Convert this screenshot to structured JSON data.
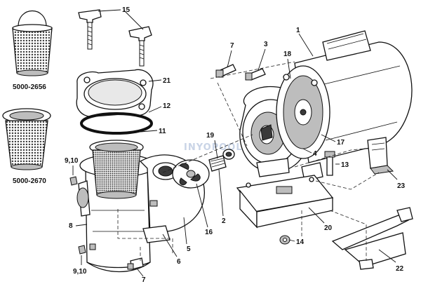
{
  "watermark": "INYOPOOLS",
  "basket_captions": {
    "small": "5000-2656",
    "large": "5000-2670"
  },
  "callouts": {
    "c1": "1",
    "c2": "2",
    "c3": "3",
    "c4": "4",
    "c5": "5",
    "c6": "6",
    "c7_top": "7",
    "c7_bottom": "7",
    "c8": "8",
    "c910_top": "9,10",
    "c910_bottom": "9,10",
    "c11": "11",
    "c12": "12",
    "c13": "13",
    "c14": "14",
    "c15": "15",
    "c16": "16",
    "c17": "17",
    "c18": "18",
    "c19": "19",
    "c20": "20",
    "c21": "21",
    "c22": "22",
    "c23": "23"
  }
}
